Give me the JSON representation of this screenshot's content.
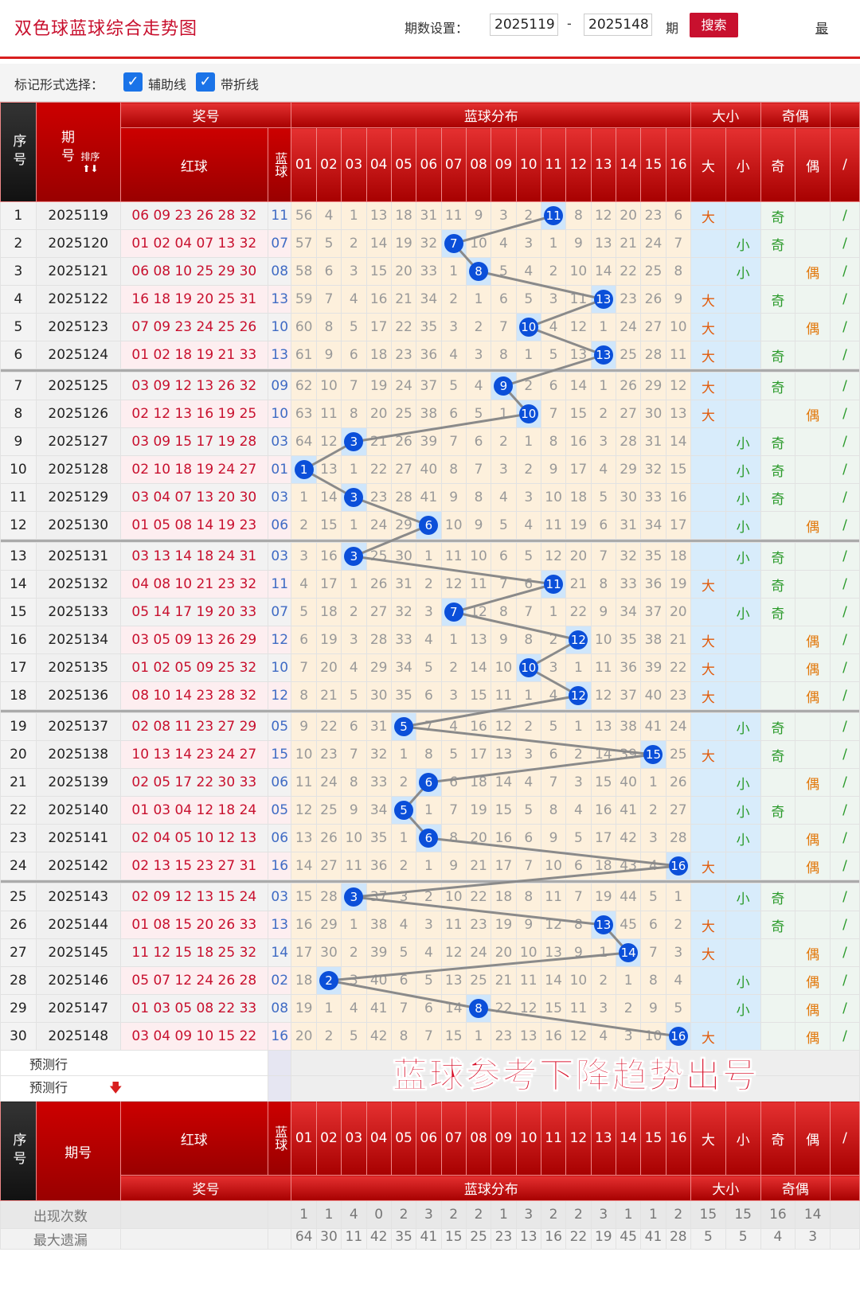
{
  "header": {
    "title": "双色球蓝球综合走势图",
    "period_label": "期数设置：",
    "from": "2025119",
    "to": "2025148",
    "sep": "-",
    "unit": "期",
    "search": "搜索",
    "more": "最"
  },
  "options": {
    "label": "标记形式选择：",
    "aux_line": "辅助线",
    "fold_line": "带折线",
    "aux_checked": true,
    "fold_checked": true
  },
  "columns": {
    "seq": "序号",
    "period": "期号",
    "sort": "排序",
    "prize": "奖号",
    "red": "红球",
    "blue": "蓝球",
    "dist": "蓝球分布",
    "bigsmall": "大小",
    "big": "大",
    "small": "小",
    "oddeven": "奇偶",
    "odd": "奇",
    "even": "偶",
    "nums": [
      "01",
      "02",
      "03",
      "04",
      "05",
      "06",
      "07",
      "08",
      "09",
      "10",
      "11",
      "12",
      "13",
      "14",
      "15",
      "16"
    ]
  },
  "rows": [
    {
      "seq": 1,
      "period": "2025119",
      "red": "06 09 23 26 28 32",
      "blue": "11",
      "omit": [
        56,
        4,
        1,
        13,
        18,
        31,
        11,
        9,
        3,
        2,
        "11",
        8,
        12,
        20,
        23,
        6
      ],
      "size": "大",
      "parity": "奇"
    },
    {
      "seq": 2,
      "period": "2025120",
      "red": "01 02 04 07 13 32",
      "blue": "07",
      "omit": [
        57,
        5,
        2,
        14,
        19,
        32,
        "7",
        10,
        4,
        3,
        1,
        9,
        13,
        21,
        24,
        7
      ],
      "size": "小",
      "parity": "奇"
    },
    {
      "seq": 3,
      "period": "2025121",
      "red": "06 08 10 25 29 30",
      "blue": "08",
      "omit": [
        58,
        6,
        3,
        15,
        20,
        33,
        1,
        "8",
        5,
        4,
        2,
        10,
        14,
        22,
        25,
        8
      ],
      "size": "小",
      "parity": "偶"
    },
    {
      "seq": 4,
      "period": "2025122",
      "red": "16 18 19 20 25 31",
      "blue": "13",
      "omit": [
        59,
        7,
        4,
        16,
        21,
        34,
        2,
        1,
        6,
        5,
        3,
        11,
        "13",
        23,
        26,
        9
      ],
      "size": "大",
      "parity": "奇"
    },
    {
      "seq": 5,
      "period": "2025123",
      "red": "07 09 23 24 25 26",
      "blue": "10",
      "omit": [
        60,
        8,
        5,
        17,
        22,
        35,
        3,
        2,
        7,
        "10",
        4,
        12,
        1,
        24,
        27,
        10
      ],
      "size": "大",
      "parity": "偶"
    },
    {
      "seq": 6,
      "period": "2025124",
      "red": "01 02 18 19 21 33",
      "blue": "13",
      "omit": [
        61,
        9,
        6,
        18,
        23,
        36,
        4,
        3,
        8,
        1,
        5,
        13,
        "13",
        25,
        28,
        11
      ],
      "size": "大",
      "parity": "奇"
    },
    {
      "seq": 7,
      "period": "2025125",
      "red": "03 09 12 13 26 32",
      "blue": "09",
      "omit": [
        62,
        10,
        7,
        19,
        24,
        37,
        5,
        4,
        "9",
        2,
        6,
        14,
        1,
        26,
        29,
        12
      ],
      "size": "大",
      "parity": "奇"
    },
    {
      "seq": 8,
      "period": "2025126",
      "red": "02 12 13 16 19 25",
      "blue": "10",
      "omit": [
        63,
        11,
        8,
        20,
        25,
        38,
        6,
        5,
        1,
        "10",
        7,
        15,
        2,
        27,
        30,
        13
      ],
      "size": "大",
      "parity": "偶"
    },
    {
      "seq": 9,
      "period": "2025127",
      "red": "03 09 15 17 19 28",
      "blue": "03",
      "omit": [
        64,
        12,
        "3",
        21,
        26,
        39,
        7,
        6,
        2,
        1,
        8,
        16,
        3,
        28,
        31,
        14
      ],
      "size": "小",
      "parity": "奇"
    },
    {
      "seq": 10,
      "period": "2025128",
      "red": "02 10 18 19 24 27",
      "blue": "01",
      "omit": [
        "1",
        13,
        1,
        22,
        27,
        40,
        8,
        7,
        3,
        2,
        9,
        17,
        4,
        29,
        32,
        15
      ],
      "size": "小",
      "parity": "奇"
    },
    {
      "seq": 11,
      "period": "2025129",
      "red": "03 04 07 13 20 30",
      "blue": "03",
      "omit": [
        1,
        14,
        "3",
        23,
        28,
        41,
        9,
        8,
        4,
        3,
        10,
        18,
        5,
        30,
        33,
        16
      ],
      "size": "小",
      "parity": "奇"
    },
    {
      "seq": 12,
      "period": "2025130",
      "red": "01 05 08 14 19 23",
      "blue": "06",
      "omit": [
        2,
        15,
        1,
        24,
        29,
        "6",
        10,
        9,
        5,
        4,
        11,
        19,
        6,
        31,
        34,
        17
      ],
      "size": "小",
      "parity": "偶"
    },
    {
      "seq": 13,
      "period": "2025131",
      "red": "03 13 14 18 24 31",
      "blue": "03",
      "omit": [
        3,
        16,
        "3",
        25,
        30,
        1,
        11,
        10,
        6,
        5,
        12,
        20,
        7,
        32,
        35,
        18
      ],
      "size": "小",
      "parity": "奇"
    },
    {
      "seq": 14,
      "period": "2025132",
      "red": "04 08 10 21 23 32",
      "blue": "11",
      "omit": [
        4,
        17,
        1,
        26,
        31,
        2,
        12,
        11,
        7,
        6,
        "11",
        21,
        8,
        33,
        36,
        19
      ],
      "size": "大",
      "parity": "奇"
    },
    {
      "seq": 15,
      "period": "2025133",
      "red": "05 14 17 19 20 33",
      "blue": "07",
      "omit": [
        5,
        18,
        2,
        27,
        32,
        3,
        "7",
        12,
        8,
        7,
        1,
        22,
        9,
        34,
        37,
        20
      ],
      "size": "小",
      "parity": "奇"
    },
    {
      "seq": 16,
      "period": "2025134",
      "red": "03 05 09 13 26 29",
      "blue": "12",
      "omit": [
        6,
        19,
        3,
        28,
        33,
        4,
        1,
        13,
        9,
        8,
        2,
        "12",
        10,
        35,
        38,
        21
      ],
      "size": "大",
      "parity": "偶"
    },
    {
      "seq": 17,
      "period": "2025135",
      "red": "01 02 05 09 25 32",
      "blue": "10",
      "omit": [
        7,
        20,
        4,
        29,
        34,
        5,
        2,
        14,
        10,
        "10",
        3,
        1,
        11,
        36,
        39,
        22
      ],
      "size": "大",
      "parity": "偶"
    },
    {
      "seq": 18,
      "period": "2025136",
      "red": "08 10 14 23 28 32",
      "blue": "12",
      "omit": [
        8,
        21,
        5,
        30,
        35,
        6,
        3,
        15,
        11,
        1,
        4,
        "12",
        12,
        37,
        40,
        23
      ],
      "size": "大",
      "parity": "偶"
    },
    {
      "seq": 19,
      "period": "2025137",
      "red": "02 08 11 23 27 29",
      "blue": "05",
      "omit": [
        9,
        22,
        6,
        31,
        "5",
        7,
        4,
        16,
        12,
        2,
        5,
        1,
        13,
        38,
        41,
        24
      ],
      "size": "小",
      "parity": "奇"
    },
    {
      "seq": 20,
      "period": "2025138",
      "red": "10 13 14 23 24 27",
      "blue": "15",
      "omit": [
        10,
        23,
        7,
        32,
        1,
        8,
        5,
        17,
        13,
        3,
        6,
        2,
        14,
        39,
        "15",
        25
      ],
      "size": "大",
      "parity": "奇"
    },
    {
      "seq": 21,
      "period": "2025139",
      "red": "02 05 17 22 30 33",
      "blue": "06",
      "omit": [
        11,
        24,
        8,
        33,
        2,
        "6",
        6,
        18,
        14,
        4,
        7,
        3,
        15,
        40,
        1,
        26
      ],
      "size": "小",
      "parity": "偶"
    },
    {
      "seq": 22,
      "period": "2025140",
      "red": "01 03 04 12 18 24",
      "blue": "05",
      "omit": [
        12,
        25,
        9,
        34,
        "5",
        1,
        7,
        19,
        15,
        5,
        8,
        4,
        16,
        41,
        2,
        27
      ],
      "size": "小",
      "parity": "奇"
    },
    {
      "seq": 23,
      "period": "2025141",
      "red": "02 04 05 10 12 13",
      "blue": "06",
      "omit": [
        13,
        26,
        10,
        35,
        1,
        "6",
        8,
        20,
        16,
        6,
        9,
        5,
        17,
        42,
        3,
        28
      ],
      "size": "小",
      "parity": "偶"
    },
    {
      "seq": 24,
      "period": "2025142",
      "red": "02 13 15 23 27 31",
      "blue": "16",
      "omit": [
        14,
        27,
        11,
        36,
        2,
        1,
        9,
        21,
        17,
        7,
        10,
        6,
        18,
        43,
        4,
        "16"
      ],
      "size": "大",
      "parity": "偶"
    },
    {
      "seq": 25,
      "period": "2025143",
      "red": "02 09 12 13 15 24",
      "blue": "03",
      "omit": [
        15,
        28,
        "3",
        37,
        3,
        2,
        10,
        22,
        18,
        8,
        11,
        7,
        19,
        44,
        5,
        1
      ],
      "size": "小",
      "parity": "奇"
    },
    {
      "seq": 26,
      "period": "2025144",
      "red": "01 08 15 20 26 33",
      "blue": "13",
      "omit": [
        16,
        29,
        1,
        38,
        4,
        3,
        11,
        23,
        19,
        9,
        12,
        8,
        "13",
        45,
        6,
        2
      ],
      "size": "大",
      "parity": "奇"
    },
    {
      "seq": 27,
      "period": "2025145",
      "red": "11 12 15 18 25 32",
      "blue": "14",
      "omit": [
        17,
        30,
        2,
        39,
        5,
        4,
        12,
        24,
        20,
        10,
        13,
        9,
        1,
        "14",
        7,
        3
      ],
      "size": "大",
      "parity": "偶"
    },
    {
      "seq": 28,
      "period": "2025146",
      "red": "05 07 12 24 26 28",
      "blue": "02",
      "omit": [
        18,
        "2",
        3,
        40,
        6,
        5,
        13,
        25,
        21,
        11,
        14,
        10,
        2,
        1,
        8,
        4
      ],
      "size": "小",
      "parity": "偶"
    },
    {
      "seq": 29,
      "period": "2025147",
      "red": "01 03 05 08 22 33",
      "blue": "08",
      "omit": [
        19,
        1,
        4,
        41,
        7,
        6,
        14,
        "8",
        22,
        12,
        15,
        11,
        3,
        2,
        9,
        5
      ],
      "size": "小",
      "parity": "偶"
    },
    {
      "seq": 30,
      "period": "2025148",
      "red": "03 04 09 10 15 22",
      "blue": "16",
      "omit": [
        20,
        2,
        5,
        42,
        8,
        7,
        15,
        1,
        23,
        13,
        16,
        12,
        4,
        3,
        10,
        "16"
      ],
      "size": "大",
      "parity": "偶"
    }
  ],
  "predict": [
    "预测行",
    "预测行"
  ],
  "footer": {
    "count_label": "出现次数",
    "counts": [
      1,
      1,
      4,
      0,
      2,
      3,
      2,
      2,
      1,
      3,
      2,
      2,
      3,
      1,
      1,
      2,
      15,
      15,
      16,
      14
    ],
    "maxomit_label": "最大遗漏",
    "maxomit": [
      64,
      30,
      11,
      42,
      35,
      41,
      15,
      25,
      23,
      13,
      16,
      22,
      19,
      45,
      41,
      28,
      5,
      5,
      4,
      3
    ]
  },
  "watermark": "蓝球参考下降趋势出号",
  "colors": {
    "accent": "#c8102e",
    "ball": "#0b4fd9",
    "grid": "#fdf0dc",
    "hit": "#cfe6fb"
  }
}
